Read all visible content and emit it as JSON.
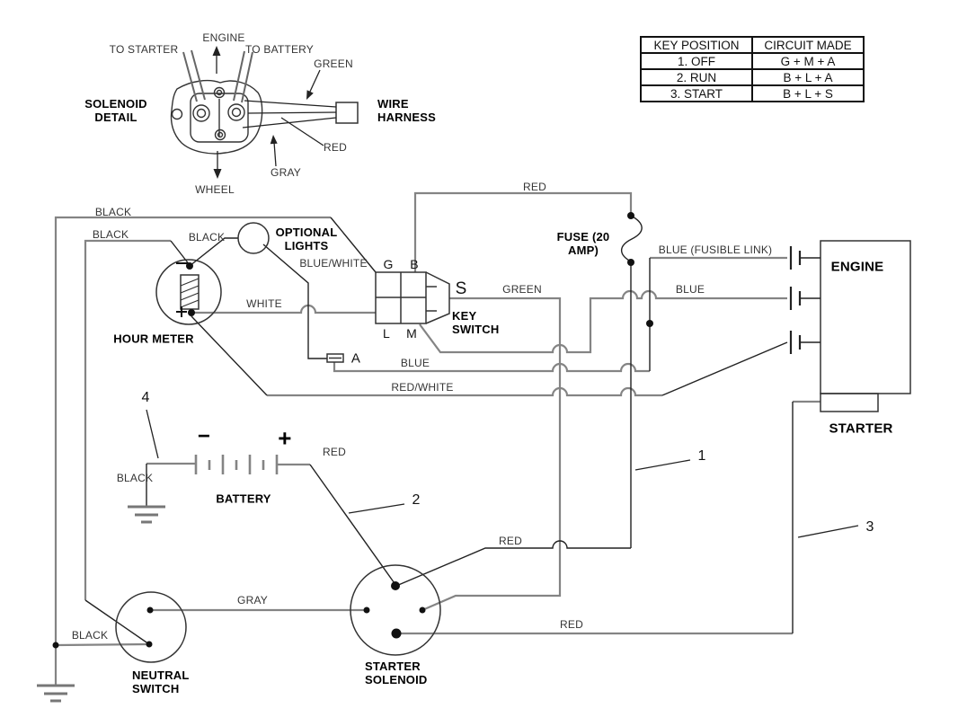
{
  "colors": {
    "wire_gray": "#848484",
    "line_black": "#222222",
    "label_gray": "#343434",
    "background": "#ffffff"
  },
  "solenoid_detail": {
    "title": "SOLENOID DETAIL",
    "wire_harness_label": "WIRE HARNESS",
    "labels": {
      "to_starter": "TO STARTER",
      "engine": "ENGINE",
      "to_battery": "TO BATTERY",
      "green": "GREEN",
      "red": "RED",
      "gray": "GRAY",
      "wheel": "WHEEL"
    }
  },
  "key_position_table": {
    "headers": [
      "KEY POSITION",
      "CIRCUIT MADE"
    ],
    "rows": [
      [
        "1. OFF",
        "G + M + A"
      ],
      [
        "2. RUN",
        "B + L + A"
      ],
      [
        "3. START",
        "B + L + S"
      ]
    ]
  },
  "components": {
    "optional_lights": "OPTIONAL LIGHTS",
    "hour_meter": "HOUR METER",
    "key_switch": "KEY SWITCH",
    "fuse": "FUSE (20 AMP)",
    "engine": "ENGINE",
    "starter": "STARTER",
    "battery": "BATTERY",
    "neutral_switch": "NEUTRAL SWITCH",
    "starter_solenoid": "STARTER SOLENOID"
  },
  "key_switch_terminals": {
    "g": "G",
    "b": "B",
    "s": "S",
    "l": "L",
    "m": "M",
    "a": "A"
  },
  "battery_polarity": {
    "minus": "−",
    "plus": "+"
  },
  "wire_labels": {
    "black_top": "BLACK",
    "black_mid": "BLACK",
    "black_meter": "BLACK",
    "blue_white": "BLUE/WHITE",
    "white": "WHITE",
    "red_top": "RED",
    "green": "GREEN",
    "blue_engine": "BLUE",
    "blue_fusible_link": "BLUE (FUSIBLE LINK)",
    "blue_a": "BLUE",
    "red_white": "RED/WHITE",
    "red_battery": "RED",
    "red_fuse_run": "RED",
    "red_bottom": "RED",
    "gray": "GRAY",
    "black_battery": "BLACK",
    "black_bottom": "BLACK"
  },
  "callouts": {
    "c1": "1",
    "c2": "2",
    "c3": "3",
    "c4": "4"
  }
}
